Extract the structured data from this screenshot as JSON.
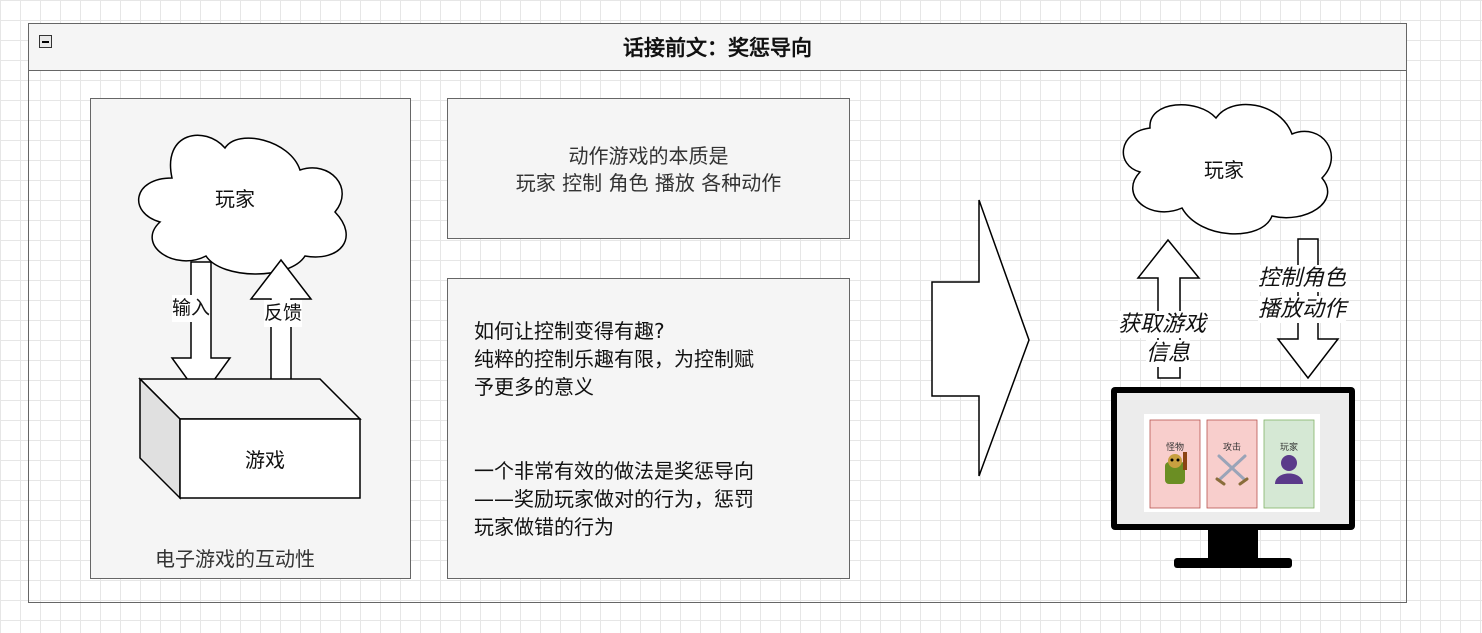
{
  "container": {
    "title": "话接前文：奖惩导向"
  },
  "left_panel": {
    "caption": "电子游戏的互动性",
    "player_cloud_label": "玩家",
    "game_box_label": "游戏",
    "input_label": "输入",
    "feedback_label": "反馈"
  },
  "mid_top": {
    "line1": "动作游戏的本质是",
    "line2": "玩家 控制 角色 播放 各种动作"
  },
  "mid_bottom": {
    "para1": [
      "如何让控制变得有趣?",
      "纯粹的控制乐趣有限，为控制赋",
      "予更多的意义"
    ],
    "para2": [
      "一个非常有效的做法是奖惩导向",
      "——奖励玩家做对的行为，惩罚",
      "玩家做错的行为"
    ]
  },
  "right": {
    "player_cloud_label": "玩家",
    "get_info_label": [
      "获取游戏",
      "信息"
    ],
    "control_label": [
      "控制角色",
      "播放动作"
    ],
    "cards": [
      {
        "label": "怪物",
        "color": "#f8cecc"
      },
      {
        "label": "攻击",
        "color": "#f8cecc"
      },
      {
        "label": "玩家",
        "color": "#d5e8d4"
      }
    ]
  }
}
